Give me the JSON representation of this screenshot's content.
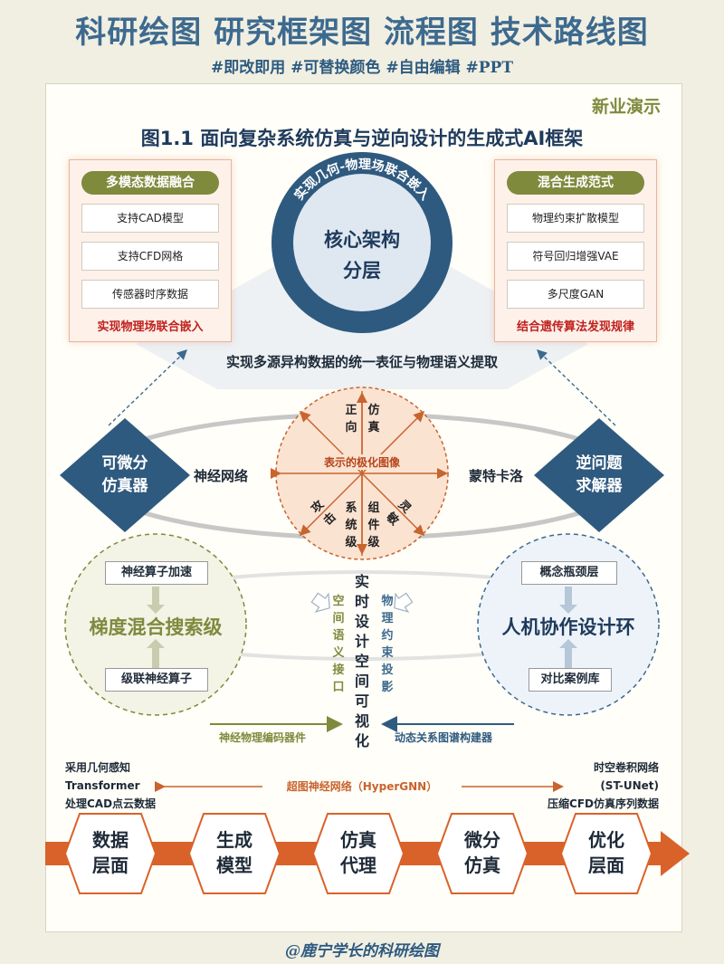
{
  "header": {
    "title": "科研绘图  研究框架图  流程图  技术路线图",
    "tags": "#即改即用 #可替换颜色 #自由编辑 #PPT"
  },
  "brand": "新业演示",
  "figure_title": "图1.1  面向复杂系统仿真与逆向设计的生成式AI框架",
  "left_box": {
    "title": "多模态数据融合",
    "items": [
      "支持CAD模型",
      "支持CFD网格",
      "传感器时序数据"
    ],
    "footer": "实现物理场联合嵌入"
  },
  "right_box": {
    "title": "混合生成范式",
    "items": [
      "物理约束扩散模型",
      "符号回归增强VAE",
      "多尺度GAN"
    ],
    "footer": "结合遗传算法发现规律"
  },
  "core": {
    "ring_text": "实现几何-物理场联合嵌入",
    "line1": "核心架构",
    "line2": "分层"
  },
  "unify_text": "实现多源异构数据的统一表征与物理语义提取",
  "polar": {
    "center_label": "表示的极化图像",
    "forward": [
      "正",
      "向"
    ],
    "simulate": [
      "仿",
      "真"
    ],
    "attack": [
      "攻",
      "击"
    ],
    "system": [
      "系",
      "统",
      "级"
    ],
    "component": [
      "组",
      "件",
      "级"
    ],
    "hazard": [
      "灵",
      "敏"
    ]
  },
  "left_diamond": [
    "可微分",
    "仿真器"
  ],
  "right_diamond": [
    "逆问题",
    "求解器"
  ],
  "neural_net": "神经网络",
  "monte_carlo": "蒙特卡洛",
  "left_circle": {
    "top": "神经算子加速",
    "main": "梯度混合搜索级",
    "bottom": "级联神经算子"
  },
  "right_circle": {
    "top": "概念瓶颈层",
    "main": "人机协作设计环",
    "bottom": "对比案例库"
  },
  "center_vertical": {
    "main": [
      "实",
      "时",
      "设",
      "计",
      "空",
      "间",
      "可",
      "视",
      "化"
    ],
    "left": [
      "空",
      "间",
      "语",
      "义",
      "接",
      "口"
    ],
    "right": [
      "物",
      "理",
      "约",
      "束",
      "投",
      "影"
    ]
  },
  "encoder_left": "神经物理编码器件",
  "encoder_right": "动态关系图谱构建器",
  "left_note": [
    "采用几何感知",
    "Transformer",
    "处理CAD点云数据"
  ],
  "right_note": [
    "时空卷积网络",
    "(ST-UNet)",
    "压缩CFD仿真序列数据"
  ],
  "hypergnn": "超图神经网络（HyperGNN）",
  "pipeline": [
    [
      "数据",
      "层面"
    ],
    [
      "生成",
      "模型"
    ],
    [
      "仿真",
      "代理"
    ],
    [
      "微分",
      "仿真"
    ],
    [
      "优化",
      "层面"
    ]
  ],
  "footer": "@鹿宁学长的科研绘图",
  "colors": {
    "accent_blue": "#3d6a8f",
    "dark_blue": "#2f5a7f",
    "olive": "#7f8a3d",
    "orange": "#c8642e",
    "red_text": "#c0201c"
  }
}
